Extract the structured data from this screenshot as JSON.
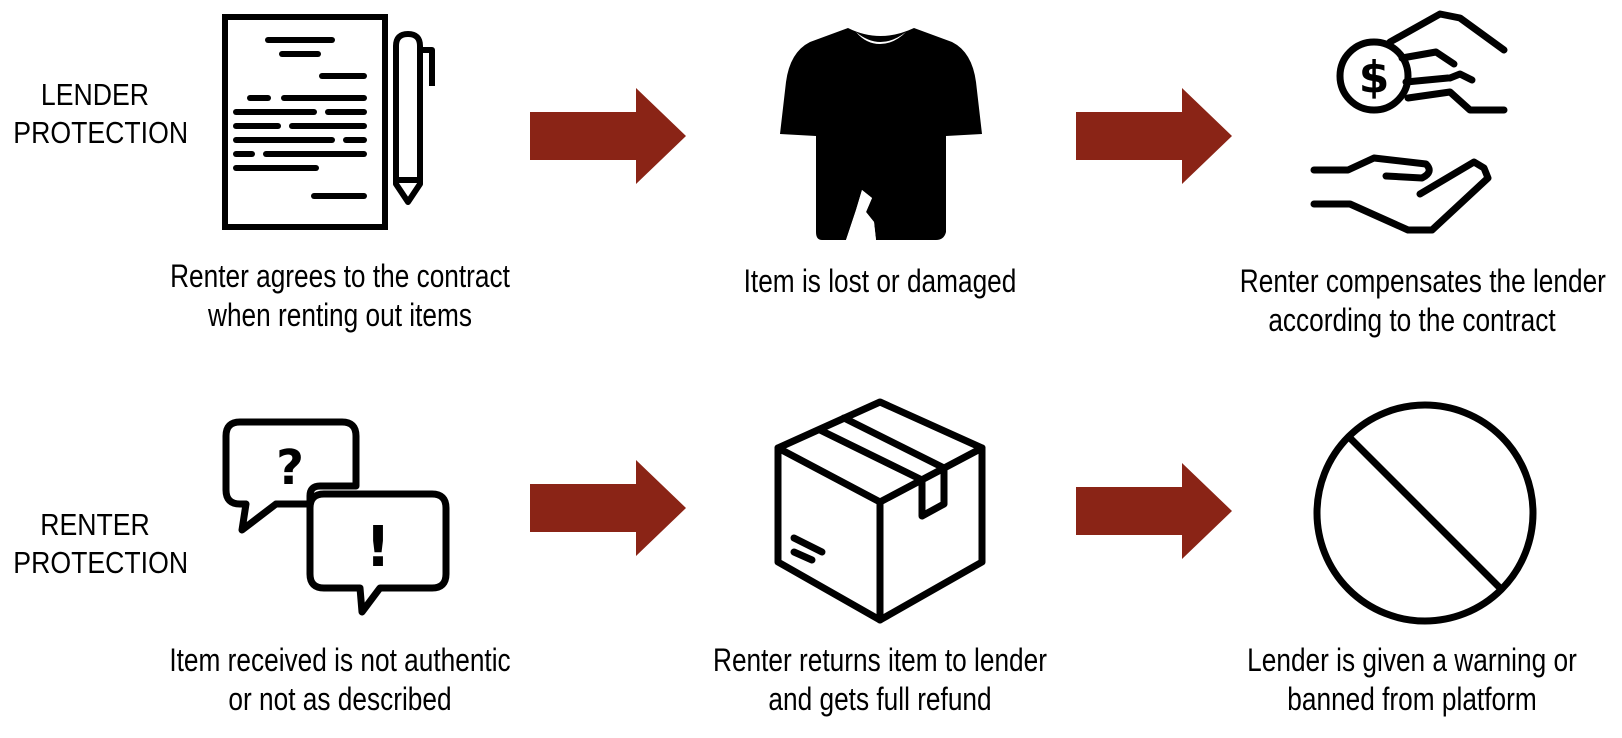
{
  "colors": {
    "arrow": "#8a2416",
    "ink": "#000000",
    "background": "#ffffff"
  },
  "rows": [
    {
      "label_line1": "LENDER",
      "label_line2": "PROTECTION",
      "steps": [
        {
          "icon": "contract-document-icon",
          "caption_line1": "Renter agrees to the contract",
          "caption_line2": "when renting out items"
        },
        {
          "icon": "damaged-shirt-icon",
          "caption_line1": "Item is lost or damaged",
          "caption_line2": ""
        },
        {
          "icon": "payment-hands-icon",
          "caption_line1": "Renter compensates the lender",
          "caption_line2": "according to the contract"
        }
      ]
    },
    {
      "label_line1": "RENTER",
      "label_line2": "PROTECTION",
      "steps": [
        {
          "icon": "question-exclamation-bubbles-icon",
          "caption_line1": "Item received is not authentic",
          "caption_line2": "or not as described"
        },
        {
          "icon": "package-box-icon",
          "caption_line1": "Renter returns item to lender",
          "caption_line2": "and gets full refund"
        },
        {
          "icon": "prohibited-sign-icon",
          "caption_line1": "Lender is given a warning or",
          "caption_line2": "banned from platform"
        }
      ]
    }
  ]
}
